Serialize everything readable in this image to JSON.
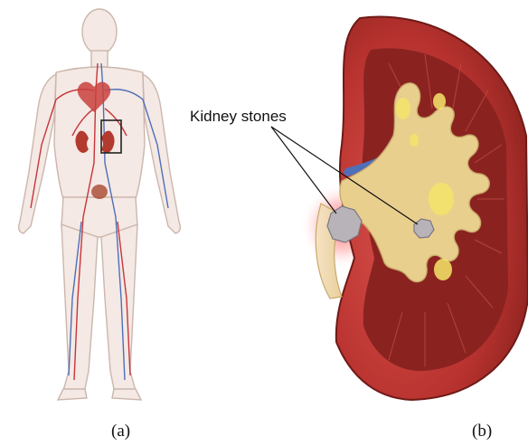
{
  "annotation": {
    "label": "Kidney stones"
  },
  "captions": {
    "a": "(a)",
    "b": "(b)"
  },
  "colors": {
    "body_outline": "#c9b3a8",
    "body_fill": "#f3e7e2",
    "artery": "#c8343a",
    "vein": "#4f6fb8",
    "kidney_cortex": "#b8322f",
    "kidney_medulla": "#7e1f1c",
    "renal_pelvis": "#e9cf8e",
    "stone_glow": "#ff5a5a",
    "stone": "#b7b3b8",
    "highlight_box": "#222222"
  },
  "icons": [
    "human-body-illustration",
    "kidney-cross-section-illustration"
  ]
}
